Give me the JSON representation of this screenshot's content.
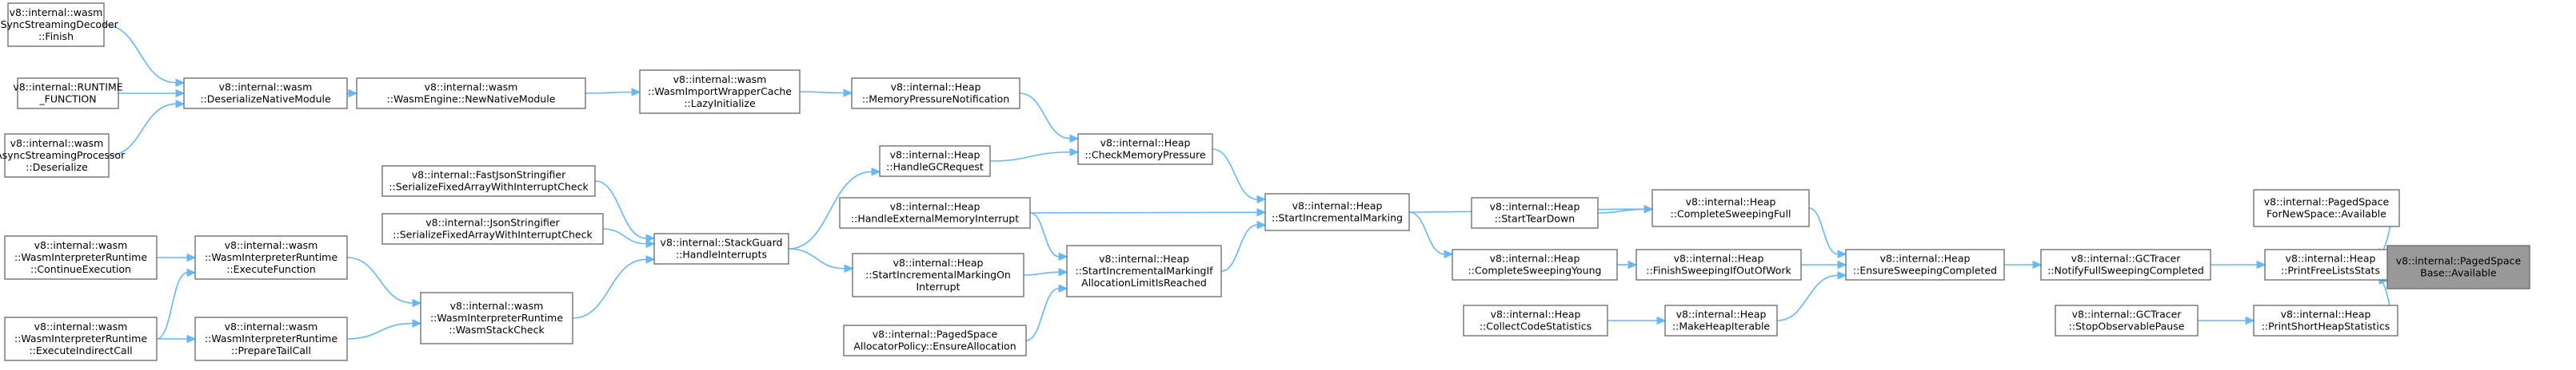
{
  "graph": {
    "title": "",
    "colors": {
      "edge": "#63b8ff",
      "node_border": "#666666",
      "node_fill": "#ffffff",
      "focus_fill": "#999999"
    },
    "nodes": [
      {
        "id": "sync_finish",
        "lines": [
          "v8::internal::wasm",
          "::SyncStreamingDecoder",
          "::Finish"
        ]
      },
      {
        "id": "runtime_function",
        "lines": [
          "v8::internal::RUNTIME",
          "_FUNCTION"
        ]
      },
      {
        "id": "async_deserialize",
        "lines": [
          "v8::internal::wasm",
          "::AsyncStreamingProcessor",
          "::Deserialize"
        ]
      },
      {
        "id": "deserialize_native",
        "lines": [
          "v8::internal::wasm",
          "::DeserializeNativeModule"
        ]
      },
      {
        "id": "new_native_module",
        "lines": [
          "v8::internal::wasm",
          "::WasmEngine::NewNativeModule"
        ]
      },
      {
        "id": "lazy_initialize",
        "lines": [
          "v8::internal::wasm",
          "::WasmImportWrapperCache",
          "::LazyInitialize"
        ]
      },
      {
        "id": "memory_pressure",
        "lines": [
          "v8::internal::Heap",
          "::MemoryPressureNotification"
        ]
      },
      {
        "id": "check_memory_pressure",
        "lines": [
          "v8::internal::Heap",
          "::CheckMemoryPressure"
        ]
      },
      {
        "id": "handle_gc_request",
        "lines": [
          "v8::internal::Heap",
          "::HandleGCRequest"
        ]
      },
      {
        "id": "fast_json",
        "lines": [
          "v8::internal::FastJsonStringifier",
          "::SerializeFixedArrayWithInterruptCheck"
        ]
      },
      {
        "id": "json_stringifier",
        "lines": [
          "v8::internal::JsonStringifier",
          "::SerializeFixedArrayWithInterruptCheck"
        ]
      },
      {
        "id": "handle_interrupts",
        "lines": [
          "v8::internal::StackGuard",
          "::HandleInterrupts"
        ]
      },
      {
        "id": "handle_external",
        "lines": [
          "v8::internal::Heap",
          "::HandleExternalMemoryInterrupt"
        ]
      },
      {
        "id": "start_marking_on_interrupt",
        "lines": [
          "v8::internal::Heap",
          "::StartIncrementalMarkingOn",
          "Interrupt"
        ]
      },
      {
        "id": "ensure_allocation",
        "lines": [
          "v8::internal::PagedSpace",
          "AllocatorPolicy::EnsureAllocation"
        ]
      },
      {
        "id": "start_marking_if_limit",
        "lines": [
          "v8::internal::Heap",
          "::StartIncrementalMarkingIf",
          "AllocationLimitIsReached"
        ]
      },
      {
        "id": "continue_execution",
        "lines": [
          "v8::internal::wasm",
          "::WasmInterpreterRuntime",
          "::ContinueExecution"
        ]
      },
      {
        "id": "execute_indirect",
        "lines": [
          "v8::internal::wasm",
          "::WasmInterpreterRuntime",
          "::ExecuteIndirectCall"
        ]
      },
      {
        "id": "execute_function",
        "lines": [
          "v8::internal::wasm",
          "::WasmInterpreterRuntime",
          "::ExecuteFunction"
        ]
      },
      {
        "id": "prepare_tail_call",
        "lines": [
          "v8::internal::wasm",
          "::WasmInterpreterRuntime",
          "::PrepareTailCall"
        ]
      },
      {
        "id": "wasm_stack_check",
        "lines": [
          "v8::internal::wasm",
          "::WasmInterpreterRuntime",
          "::WasmStackCheck"
        ]
      },
      {
        "id": "start_incremental_marking",
        "lines": [
          "v8::internal::Heap",
          "::StartIncrementalMarking"
        ]
      },
      {
        "id": "start_tear_down",
        "lines": [
          "v8::internal::Heap",
          "::StartTearDown"
        ]
      },
      {
        "id": "complete_sweeping_full",
        "lines": [
          "v8::internal::Heap",
          "::CompleteSweepingFull"
        ]
      },
      {
        "id": "complete_sweeping_young",
        "lines": [
          "v8::internal::Heap",
          "::CompleteSweepingYoung"
        ]
      },
      {
        "id": "finish_sweeping",
        "lines": [
          "v8::internal::Heap",
          "::FinishSweepingIfOutOfWork"
        ]
      },
      {
        "id": "collect_code_stats",
        "lines": [
          "v8::internal::Heap",
          "::CollectCodeStatistics"
        ]
      },
      {
        "id": "make_heap_iterable",
        "lines": [
          "v8::internal::Heap",
          "::MakeHeapIterable"
        ]
      },
      {
        "id": "ensure_sweeping",
        "lines": [
          "v8::internal::Heap",
          "::EnsureSweepingCompleted"
        ]
      },
      {
        "id": "notify_full_sweeping",
        "lines": [
          "v8::internal::GCTracer",
          "::NotifyFullSweepingCompleted"
        ]
      },
      {
        "id": "stop_observable_pause",
        "lines": [
          "v8::internal::GCTracer",
          "::StopObservablePause"
        ]
      },
      {
        "id": "new_space_available",
        "lines": [
          "v8::internal::PagedSpace",
          "ForNewSpace::Available"
        ]
      },
      {
        "id": "print_free_lists",
        "lines": [
          "v8::internal::Heap",
          "::PrintFreeListsStats"
        ]
      },
      {
        "id": "print_short_heap",
        "lines": [
          "v8::internal::Heap",
          "::PrintShortHeapStatistics"
        ]
      },
      {
        "id": "paged_space_available",
        "lines": [
          "v8::internal::PagedSpace",
          "Base::Available"
        ],
        "focus": true
      }
    ],
    "edges": [
      [
        "sync_finish",
        "deserialize_native"
      ],
      [
        "runtime_function",
        "deserialize_native"
      ],
      [
        "async_deserialize",
        "deserialize_native"
      ],
      [
        "deserialize_native",
        "new_native_module"
      ],
      [
        "new_native_module",
        "lazy_initialize"
      ],
      [
        "lazy_initialize",
        "memory_pressure"
      ],
      [
        "memory_pressure",
        "check_memory_pressure"
      ],
      [
        "handle_gc_request",
        "check_memory_pressure"
      ],
      [
        "check_memory_pressure",
        "start_incremental_marking"
      ],
      [
        "handle_interrupts",
        "handle_gc_request"
      ],
      [
        "fast_json",
        "handle_interrupts"
      ],
      [
        "json_stringifier",
        "handle_interrupts"
      ],
      [
        "wasm_stack_check",
        "handle_interrupts"
      ],
      [
        "handle_interrupts",
        "start_marking_on_interrupt"
      ],
      [
        "start_marking_on_interrupt",
        "start_marking_if_limit"
      ],
      [
        "ensure_allocation",
        "start_marking_if_limit"
      ],
      [
        "handle_external",
        "start_marking_if_limit"
      ],
      [
        "handle_external",
        "start_incremental_marking"
      ],
      [
        "start_marking_if_limit",
        "start_incremental_marking"
      ],
      [
        "continue_execution",
        "execute_function"
      ],
      [
        "execute_indirect",
        "execute_function"
      ],
      [
        "execute_indirect",
        "prepare_tail_call"
      ],
      [
        "execute_function",
        "wasm_stack_check"
      ],
      [
        "prepare_tail_call",
        "wasm_stack_check"
      ],
      [
        "start_incremental_marking",
        "complete_sweeping_full"
      ],
      [
        "start_incremental_marking",
        "complete_sweeping_young"
      ],
      [
        "start_tear_down",
        "complete_sweeping_full"
      ],
      [
        "complete_sweeping_full",
        "ensure_sweeping"
      ],
      [
        "complete_sweeping_young",
        "finish_sweeping"
      ],
      [
        "finish_sweeping",
        "ensure_sweeping"
      ],
      [
        "collect_code_stats",
        "make_heap_iterable"
      ],
      [
        "make_heap_iterable",
        "ensure_sweeping"
      ],
      [
        "ensure_sweeping",
        "notify_full_sweeping"
      ],
      [
        "notify_full_sweeping",
        "print_free_lists"
      ],
      [
        "stop_observable_pause",
        "print_short_heap"
      ],
      [
        "new_space_available",
        "paged_space_available"
      ],
      [
        "print_free_lists",
        "paged_space_available"
      ],
      [
        "print_short_heap",
        "paged_space_available"
      ]
    ]
  }
}
